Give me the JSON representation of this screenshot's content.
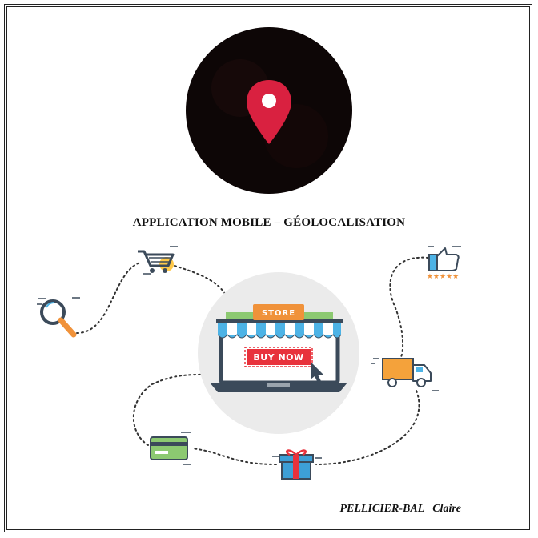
{
  "document": {
    "title": "APPLICATION MOBILE – GÉOLOCALISATION",
    "author": "PELLICIER-BAL   Claire"
  },
  "illustration": {
    "store_sign": "STORE",
    "buy_button": "BUY NOW",
    "rating_stars": "★★★★★",
    "icons": [
      "location-pin-icon",
      "shopping-cart-icon",
      "magnifier-icon",
      "thumbs-up-icon",
      "delivery-truck-icon",
      "gift-icon",
      "credit-card-icon",
      "laptop-store-icon"
    ],
    "colors": {
      "pin": "#d92140",
      "logo_circle": "#0d0606",
      "awning_blue": "#4db3e6",
      "sign_orange": "#f0923a",
      "buy_red": "#e8323c",
      "truck_orange": "#f4a23b",
      "card_green": "#8cc971",
      "gift_blue": "#3d9fd6"
    }
  }
}
